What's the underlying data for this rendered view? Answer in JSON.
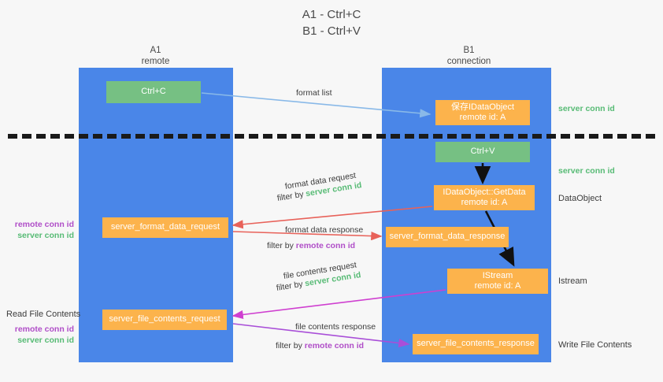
{
  "title": {
    "line1": "A1 - Ctrl+C",
    "line2": "B1 - Ctrl+V"
  },
  "columns": {
    "left": {
      "name": "A1",
      "role": "remote"
    },
    "right": {
      "name": "B1",
      "role": "connection"
    }
  },
  "nodes": {
    "ctrl_c": {
      "label": "Ctrl+C",
      "color": "#76c083",
      "kind": "green"
    },
    "save_dataobj": {
      "line1": "保存IDataObject",
      "line2": "remote id: A",
      "color": "#fcb34c",
      "kind": "orange"
    },
    "ctrl_v": {
      "label": "Ctrl+V",
      "color": "#76c083",
      "kind": "green"
    },
    "getdata": {
      "line1": "IDataObject::GetData",
      "line2": "remote id: A",
      "color": "#fcb34c",
      "kind": "orange"
    },
    "format_data_request": {
      "label": "server_format_data_request",
      "color": "#fcb34c"
    },
    "format_data_response": {
      "label": "server_format_data_response",
      "color": "#fcb34c"
    },
    "istream": {
      "line1": "IStream",
      "line2": "remote id: A",
      "color": "#fcb34c"
    },
    "file_contents_request": {
      "label": "server_file_contents_request",
      "color": "#fcb34c"
    },
    "file_contents_response": {
      "label": "server_file_contents_response",
      "color": "#fcb34c"
    }
  },
  "edges": {
    "format_list": {
      "label": "format list",
      "color": "#89b9e8"
    },
    "format_data_request": {
      "label": "format data request",
      "filter_prefix": "filter by ",
      "filter_key": "server conn id",
      "color": "#e8625a"
    },
    "format_data_response": {
      "label": "format data response",
      "filter_prefix": "filter by ",
      "filter_key": "remote conn id",
      "color": "#e8625a"
    },
    "file_contents_request": {
      "label": "file contents request",
      "filter_prefix": "filter by ",
      "filter_key": "server conn id",
      "color": "#cf3fd0"
    },
    "file_contents_response": {
      "label": "file contents response",
      "filter_prefix": "filter by ",
      "filter_key": "remote conn id",
      "color": "#a94fd8"
    }
  },
  "annotations": {
    "server_conn_id_top": "server conn id",
    "server_conn_id_middle": "server conn id",
    "data_object": "DataObject",
    "istream": "Istream",
    "write_file_contents": "Write File Contents",
    "read_file_contents": "Read File Contents",
    "left_remote_conn_id_1": "remote conn id",
    "left_server_conn_id_1": "server conn id",
    "left_remote_conn_id_2": "remote conn id",
    "left_server_conn_id_2": "server conn id"
  },
  "colors": {
    "lane": "#4a86e8",
    "green_key": "#57bb75",
    "purple_key": "#b04ec8",
    "divider": "#1a1a1a",
    "background": "#f7f7f7"
  }
}
